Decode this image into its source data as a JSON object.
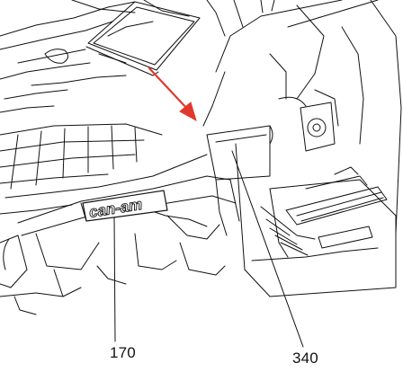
{
  "diagram": {
    "brand_mark": "can-am",
    "callouts": [
      {
        "id": "170",
        "label": "170"
      },
      {
        "id": "340",
        "label": "340"
      }
    ],
    "colors": {
      "line": "#111111",
      "arrow": "#e0392b",
      "background": "#ffffff"
    }
  }
}
